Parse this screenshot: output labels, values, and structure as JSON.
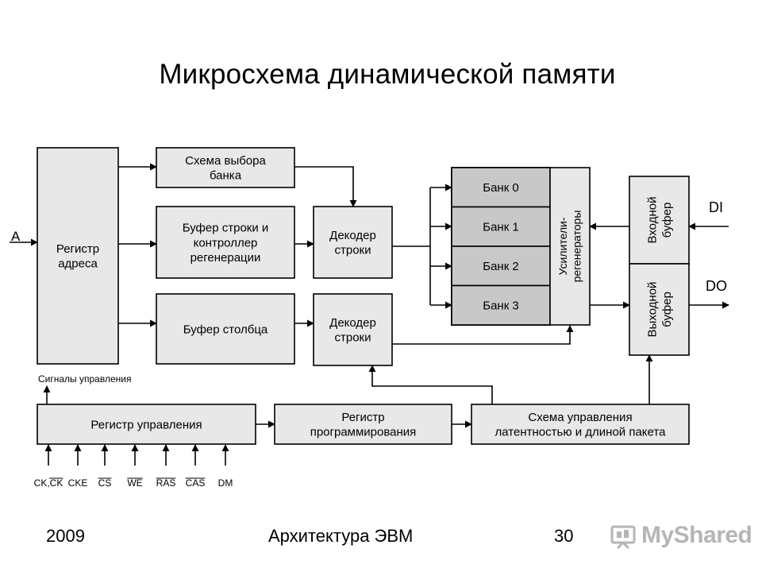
{
  "title": "Микросхема динамической памяти",
  "footer": {
    "year": "2009",
    "course": "Архитектура ЭВМ",
    "page": "30"
  },
  "watermark": {
    "text": "MyShared"
  },
  "colors": {
    "block_fill": "#e8e8e8",
    "bank_fill": "#c8c8c8",
    "stroke": "#000000",
    "watermark": "#b5b5b5"
  },
  "diagram": {
    "blocks": {
      "address_register": [
        "Регистр",
        "адреса"
      ],
      "bank_select": [
        "Схема выбора",
        "банка"
      ],
      "row_buffer": [
        "Буфер строки и",
        "контроллер",
        "регенерации"
      ],
      "row_decoder": [
        "Декодер",
        "строки"
      ],
      "column_buffer": [
        "Буфер столбца"
      ],
      "column_decoder": [
        "Декодер",
        "строки"
      ],
      "banks": [
        "Банк 0",
        "Банк 1",
        "Банк 2",
        "Банк 3"
      ],
      "sense_amps": [
        "Усилители-",
        "регенераторы"
      ],
      "input_buffer": [
        "Входной",
        "буфер"
      ],
      "output_buffer": [
        "Выходной",
        "буфер"
      ],
      "control_register": [
        "Регистр управления"
      ],
      "program_register": [
        "Регистр",
        "программирования"
      ],
      "latency_control": [
        "Схема управления",
        "латентностью и длиной пакета"
      ]
    },
    "labels": {
      "address_input": "A",
      "data_in": "DI",
      "data_out": "DO",
      "control_signals": "Сигналы управления"
    },
    "control_pins": [
      "CK,CK",
      "CKE",
      "CS",
      "WE",
      "RAS",
      "CAS",
      "DM"
    ]
  }
}
